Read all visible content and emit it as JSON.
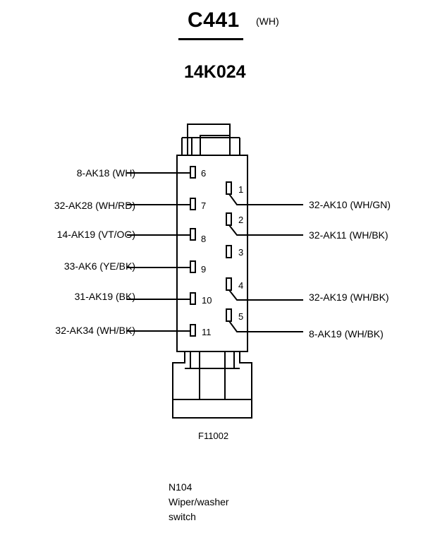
{
  "connector": {
    "id": "C441",
    "color": "(WH)",
    "part_number": "14K024"
  },
  "left_pins": [
    {
      "pin": "6",
      "circuit": "8-AK18 (WH)"
    },
    {
      "pin": "7",
      "circuit": "32-AK28 (WH/RD)"
    },
    {
      "pin": "8",
      "circuit": "14-AK19 (VT/OG)"
    },
    {
      "pin": "9",
      "circuit": "33-AK6 (YE/BK)"
    },
    {
      "pin": "10",
      "circuit": "31-AK19 (BK)"
    },
    {
      "pin": "11",
      "circuit": "32-AK34 (WH/BK)"
    }
  ],
  "right_pins": [
    {
      "pin": "1",
      "circuit": "32-AK10 (WH/GN)"
    },
    {
      "pin": "2",
      "circuit": "32-AK11 (WH/BK)"
    },
    {
      "pin": "3",
      "circuit": ""
    },
    {
      "pin": "4",
      "circuit": "32-AK19 (WH/BK)"
    },
    {
      "pin": "5",
      "circuit": "8-AK19 (WH/BK)"
    }
  ],
  "figure_id": "F11002",
  "caption": {
    "line1": "N104",
    "line2": "Wiper/washer",
    "line3": "switch"
  }
}
